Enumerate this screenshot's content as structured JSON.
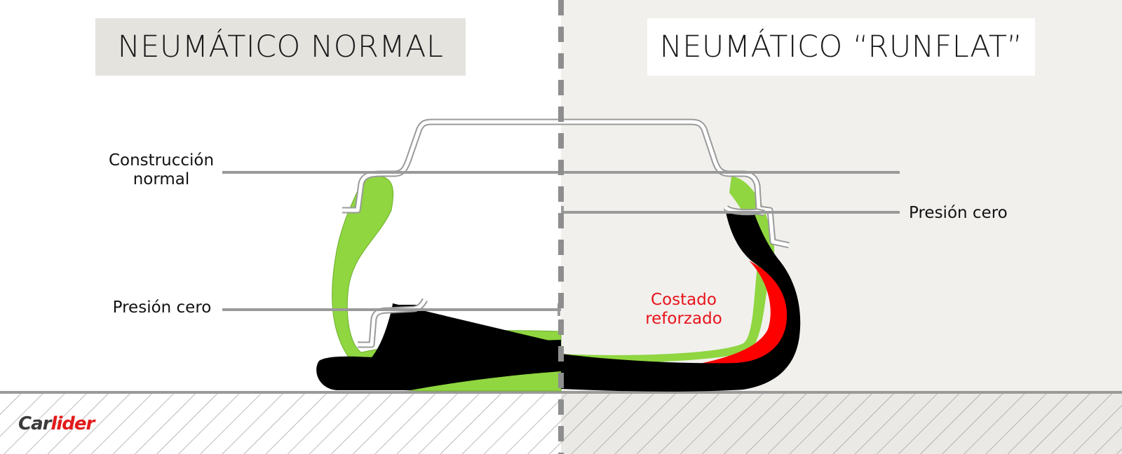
{
  "titles": {
    "left": "NEUMÁTICO NORMAL",
    "right": "NEUMÁTICO “RUNFLAT”"
  },
  "labels": {
    "construction_line1": "Construcción",
    "construction_line2": "normal",
    "zero_pressure_left": "Presión cero",
    "zero_pressure_right": "Presión cero",
    "reinforced_line1": "Costado",
    "reinforced_line2": "reforzado"
  },
  "logo": {
    "part1": "Car",
    "part2": "lider"
  },
  "colors": {
    "sidewall_green": "#8fd640",
    "reinforcement_red": "#ff0000",
    "tire_black": "#000000",
    "guide_gray": "#9a9a9a",
    "accent_red": "#e8131b"
  }
}
